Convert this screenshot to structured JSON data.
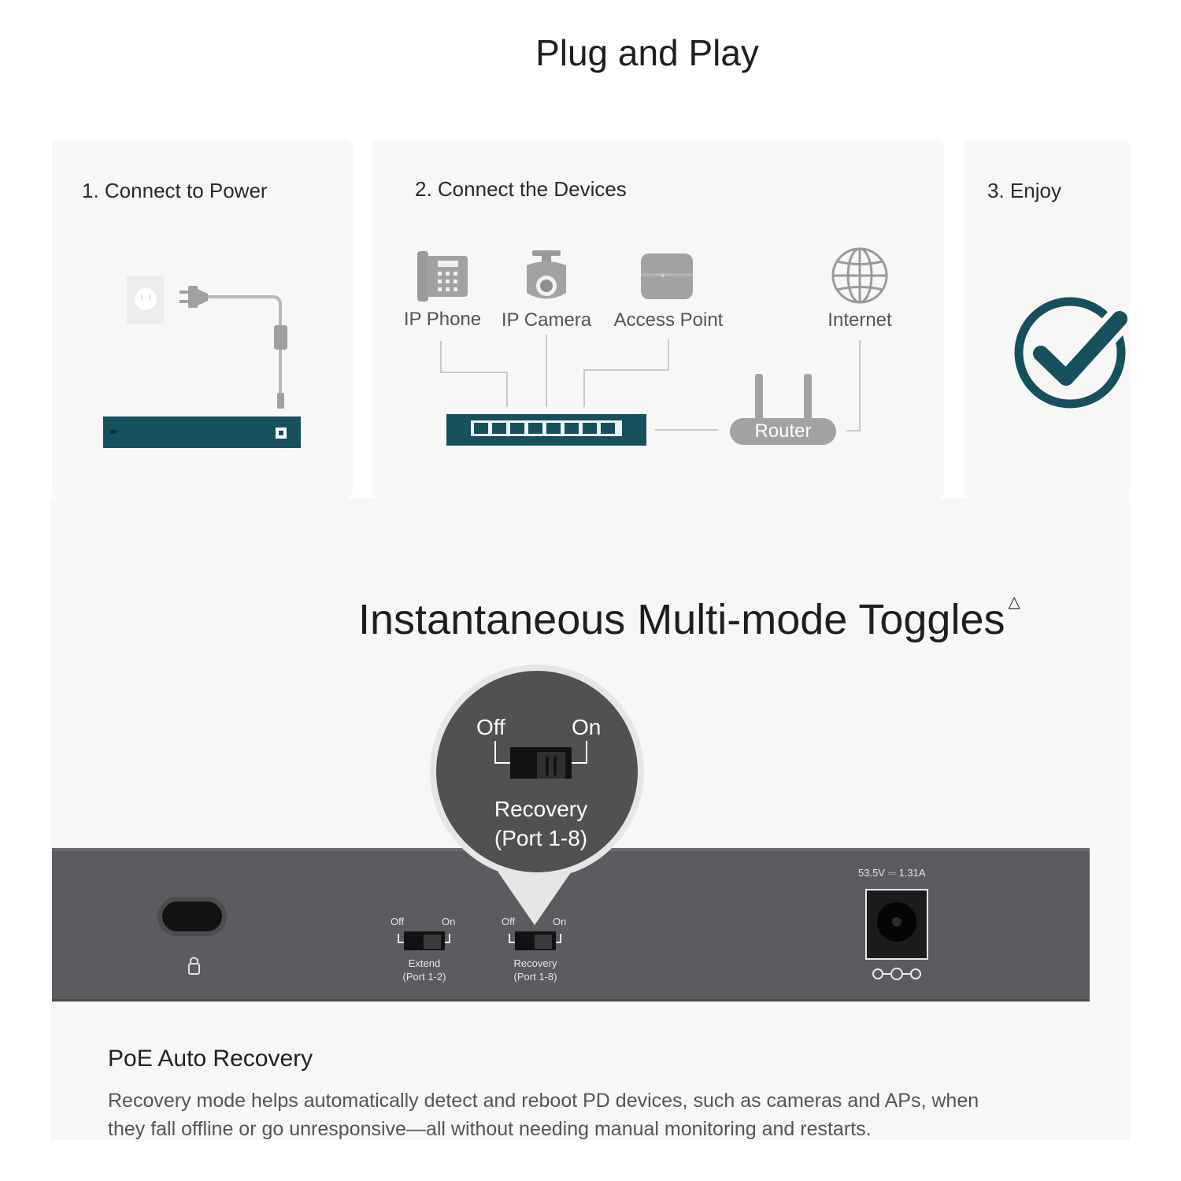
{
  "title": "Plug and Play",
  "steps": [
    {
      "label": "1. Connect to Power"
    },
    {
      "label": "2. Connect the Devices"
    },
    {
      "label": "3. Enjoy"
    }
  ],
  "devices": {
    "phone": "IP Phone",
    "camera": "IP Camera",
    "ap": "Access Point",
    "internet": "Internet",
    "router": "Router"
  },
  "toggles": {
    "title": "Instantaneous Multi-mode Toggles",
    "title_mark": "△",
    "zoom": {
      "off": "Off",
      "on": "On",
      "mode": "Recovery",
      "ports": "(Port 1-8)"
    },
    "panel": {
      "switch1": {
        "off": "Off",
        "on": "On",
        "mode": "Extend",
        "ports": "(Port 1-2)"
      },
      "switch2": {
        "off": "Off",
        "on": "On",
        "mode": "Recovery",
        "ports": "(Port 1-8)"
      },
      "power_rating": "53.5V ⎓ 1.31A"
    }
  },
  "feature": {
    "heading": "PoE Auto Recovery",
    "description": "Recovery mode helps automatically detect and reboot PD devices, such as cameras and APs, when they fall offline or go unresponsive—all without needing manual monitoring and restarts."
  },
  "colors": {
    "teal": "#16505d",
    "gray_device": "#9d9d9d",
    "panel": "#5a5c5f"
  }
}
